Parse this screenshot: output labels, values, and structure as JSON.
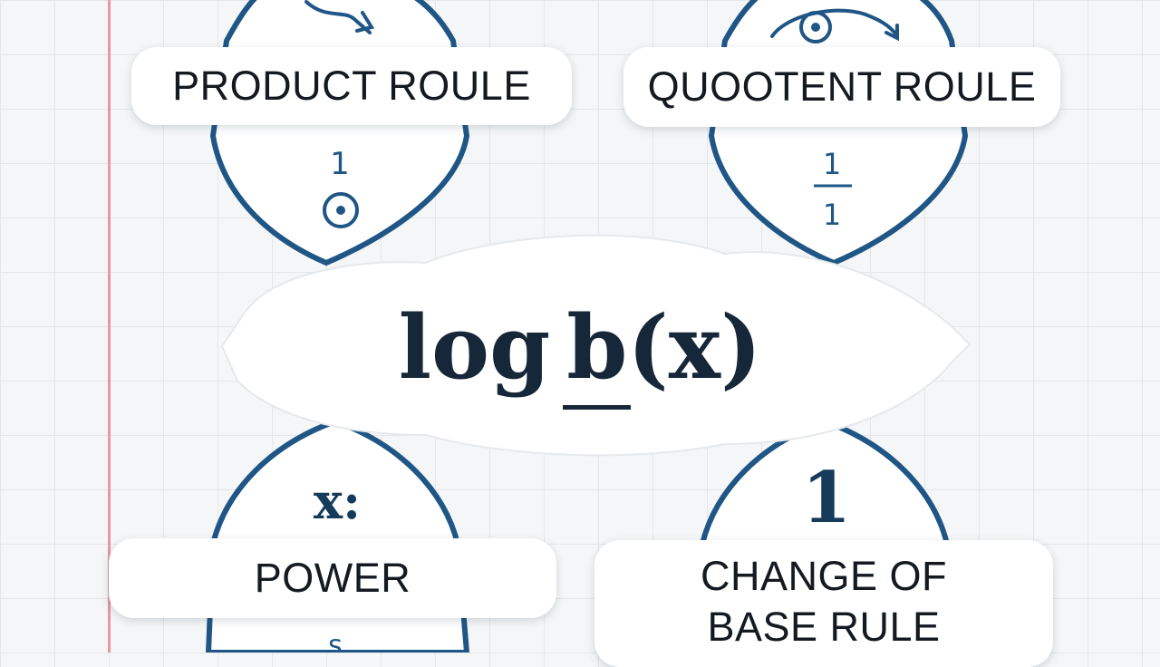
{
  "center": {
    "log": "log",
    "base": "b",
    "arg": "(x)"
  },
  "rules": {
    "product": {
      "label": "PRODUCT ROULE",
      "glyph_top": "1"
    },
    "quotient": {
      "label": "QUOOTENT ROULE",
      "glyph_num": "1",
      "glyph_den": "1"
    },
    "power": {
      "label": "POWER",
      "glyph_top": "x:",
      "glyph_bottom": "s"
    },
    "change_of_base": {
      "label_line1": "CHANGE OF",
      "label_line2": "BASE RULE",
      "glyph_top": "1"
    }
  },
  "colors": {
    "stroke": "#1f5686",
    "text": "#141a20",
    "margin_line": "#e39aa4"
  }
}
